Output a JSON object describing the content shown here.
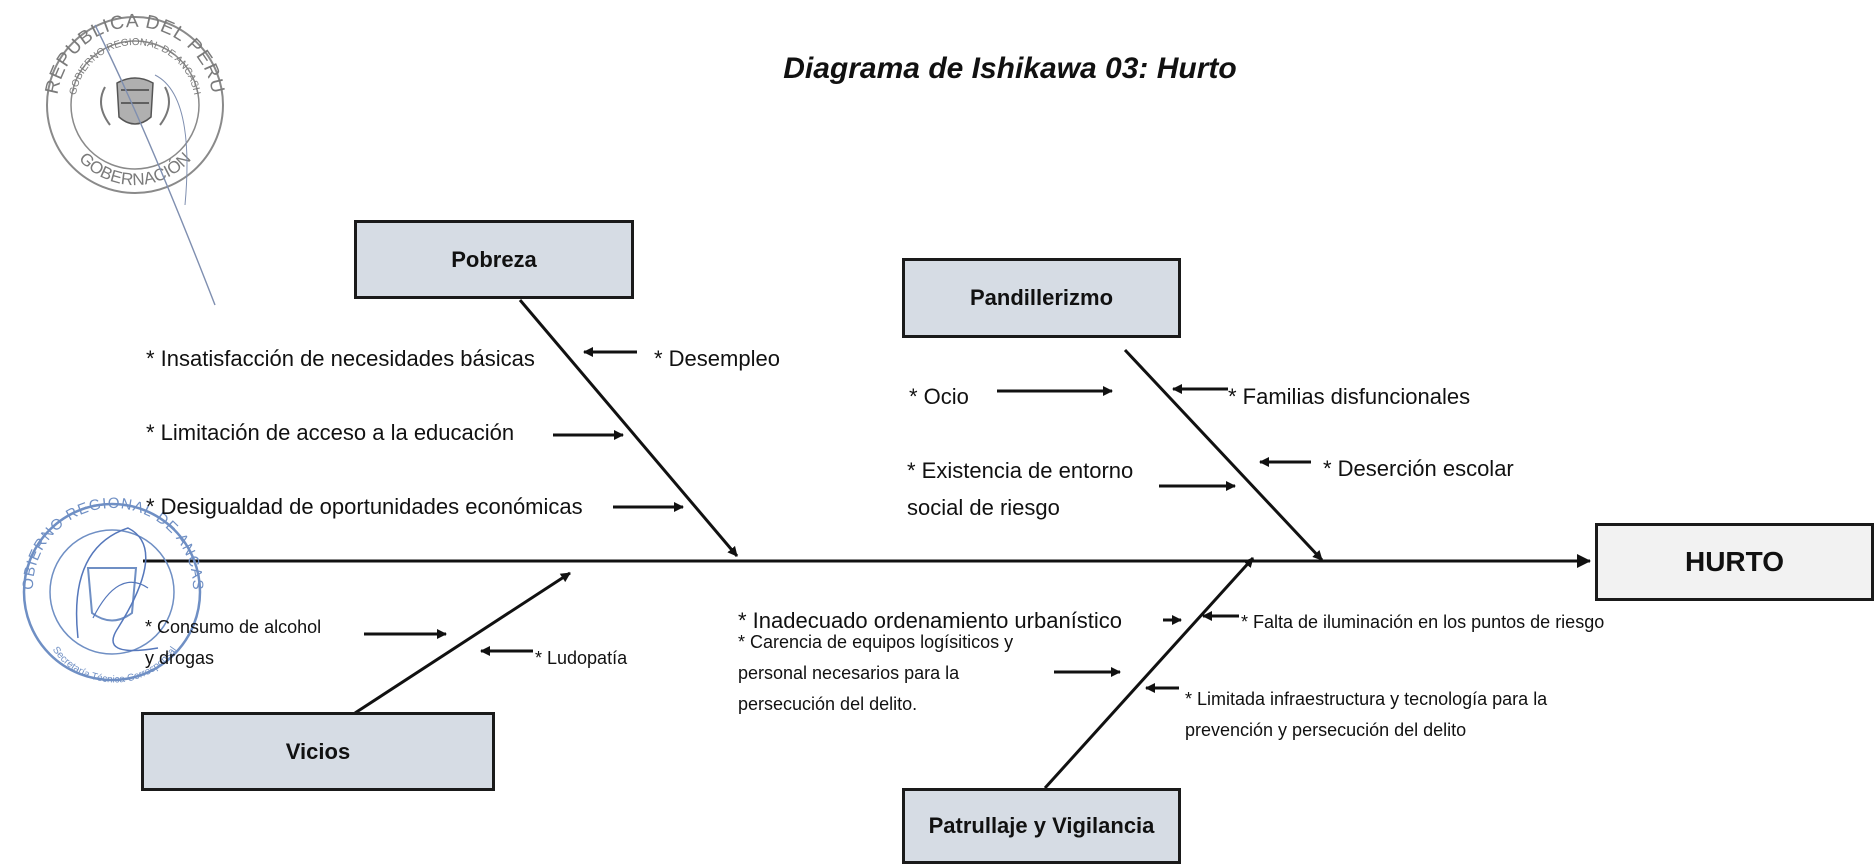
{
  "title": "Diagrama de Ishikawa 03: Hurto",
  "effect": "HURTO",
  "categories": {
    "pobreza": "Pobreza",
    "pandillerizmo": "Pandillerizmo",
    "vicios": "Vicios",
    "patrullaje": "Patrullaje y Vigilancia"
  },
  "causes": {
    "pobreza": [
      "* Insatisfacción de necesidades básicas",
      "* Desempleo",
      "* Limitación de acceso a la educación",
      "* Desigualdad de oportunidades económicas"
    ],
    "pandillerizmo": [
      "* Ocio",
      "* Familias disfuncionales",
      "* Existencia de entorno social de riesgo",
      "* Deserción escolar"
    ],
    "vicios": [
      "* Consumo de alcohol y drogas",
      "* Ludopatía"
    ],
    "patrullaje": [
      "* Inadecuado ordenamiento urbanístico",
      "* Falta de iluminación en los puntos de riesgo",
      "* Carencia de equipos logísiticos y personal necesarios para la persecución del delito.",
      "* Limitada infraestructura y tecnología para la prevención y persecución del delito"
    ]
  },
  "seals": {
    "top_left": {
      "text_outer": "REPUBLICA DEL PERU",
      "text_inner": "GOBIERNO REGIONAL DE ANCASH",
      "text_bottom": "GOBERNACIÓN"
    },
    "left_middle": {
      "text_outer": "GOBIERNO REGIONAL DE ANCASH",
      "text_bottom": "Secretaría Técnica Corresponsal"
    }
  },
  "colors": {
    "category_fill": "#d6dce4",
    "effect_fill": "#f2f2f2",
    "line": "#111111",
    "seal_gray": "#8a8a8a",
    "seal_blue": "#6f8fc4"
  }
}
